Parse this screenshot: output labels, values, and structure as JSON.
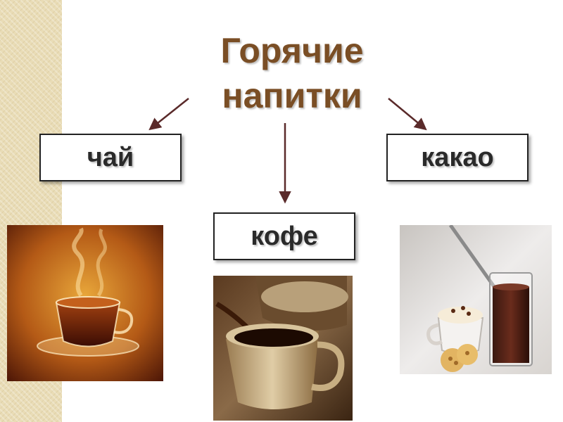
{
  "title": {
    "line1": "Горячие",
    "line2": "напитки"
  },
  "categories": {
    "tea": "чай",
    "coffee": "кофе",
    "cocoa": "какао"
  },
  "colors": {
    "title": "#7a4e25",
    "box_text": "#2a2a2a",
    "arrow": "#5a2a2a",
    "side_strip": "#e9dcb6"
  }
}
